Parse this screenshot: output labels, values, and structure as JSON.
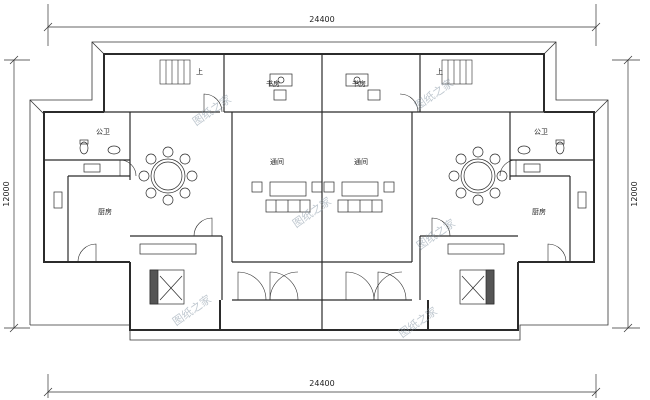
{
  "dimensions": {
    "top_width": "24400",
    "bottom_width": "24400",
    "left_height": "12000",
    "right_height": "12000"
  },
  "rooms": {
    "left_bathroom": "公卫",
    "right_bathroom": "公卫",
    "left_kitchen": "厨房",
    "right_kitchen": "厨房",
    "left_living": "通间",
    "right_living": "通间",
    "left_stair_up": "上",
    "right_stair_up": "上",
    "left_study_label": "书房",
    "right_study_label": "书房"
  },
  "watermark": {
    "text": "图纸之家"
  },
  "colors": {
    "line": "#2b2b2b",
    "wall": "#3a3a3a",
    "fill_dark": "#555555",
    "watermark": "#8a9aa8"
  }
}
